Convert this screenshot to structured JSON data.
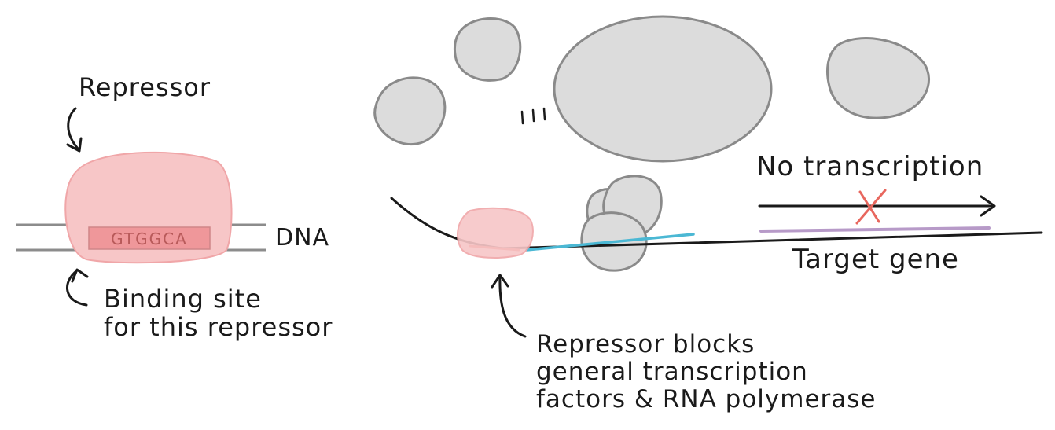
{
  "left_panel": {
    "repressor_label": "Repressor",
    "binding_sequence": "GTGGCA",
    "dna_label": "DNA",
    "binding_site_line1": "Binding site",
    "binding_site_line2": "for this repressor"
  },
  "right_panel": {
    "no_transcription_label": "No transcription",
    "target_gene_label": "Target gene",
    "blocks_line1": "Repressor blocks",
    "blocks_line2": "general transcription",
    "blocks_line3": "factors & RNA polymerase"
  },
  "colors": {
    "repressor_fill": "#f7c6c7",
    "repressor_stroke": "#f0a6a8",
    "binding_site_fill": "#ee8f93",
    "protein_fill": "#dcdcdc",
    "protein_stroke": "#8a8a8a",
    "promoter_line": "#4bb8d4",
    "target_gene_line": "#b79ac8",
    "no_transcription_cross": "#e8675e",
    "ink": "#1a1a1a"
  }
}
